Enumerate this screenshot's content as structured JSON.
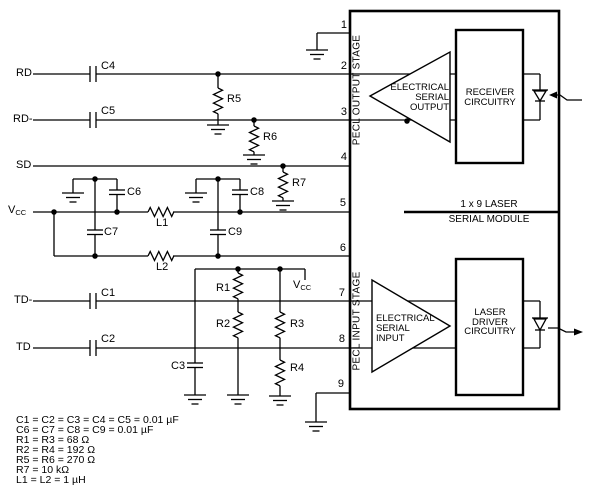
{
  "colors": {
    "ink": "#000000",
    "bg": "#ffffff"
  },
  "signals": {
    "rd": "RD",
    "rd_minus": "RD-",
    "sd": "SD",
    "v": "V",
    "v_sub": "CC",
    "td_minus": "TD-",
    "td": "TD"
  },
  "refs": {
    "c1": "C1",
    "c2": "C2",
    "c3": "C3",
    "c4": "C4",
    "c5": "C5",
    "c6": "C6",
    "c7": "C7",
    "c8": "C8",
    "c9": "C9",
    "r1": "R1",
    "r2": "R2",
    "r3": "R3",
    "r4": "R4",
    "r5": "R5",
    "r6": "R6",
    "r7": "R7",
    "l1": "L1",
    "l2": "L2"
  },
  "module": {
    "pins": [
      "1",
      "2",
      "3",
      "4",
      "5",
      "6",
      "7",
      "8",
      "9"
    ],
    "output_stage": "PECL OUTPUT STAGE",
    "input_stage": "PECL INPUT STAGE",
    "output_amp": {
      "line1": "ELECTRICAL",
      "line2": "SERIAL",
      "line3": "OUTPUT"
    },
    "input_amp": {
      "line1": "ELECTRICAL",
      "line2": "SERIAL",
      "line3": "INPUT"
    },
    "receiver": {
      "line1": "RECEIVER",
      "line2": "CIRCUITRY"
    },
    "laser": {
      "line1": "LASER",
      "line2": "DRIVER",
      "line3": "CIRCUITRY"
    },
    "title_line1": "1 x 9 LASER",
    "title_line2": "SERIAL MODULE"
  },
  "values": [
    "C1 = C2 = C3 = C4 = C5 = 0.01 µF",
    "C6 = C7 = C8 = C9 = 0.01 µF",
    "R1 = R3 = 68 Ω",
    "R2 = R4 = 192 Ω",
    "R5 = R6 = 270 Ω",
    "R7 = 10 kΩ",
    "L1 = L2 = 1 µH"
  ]
}
